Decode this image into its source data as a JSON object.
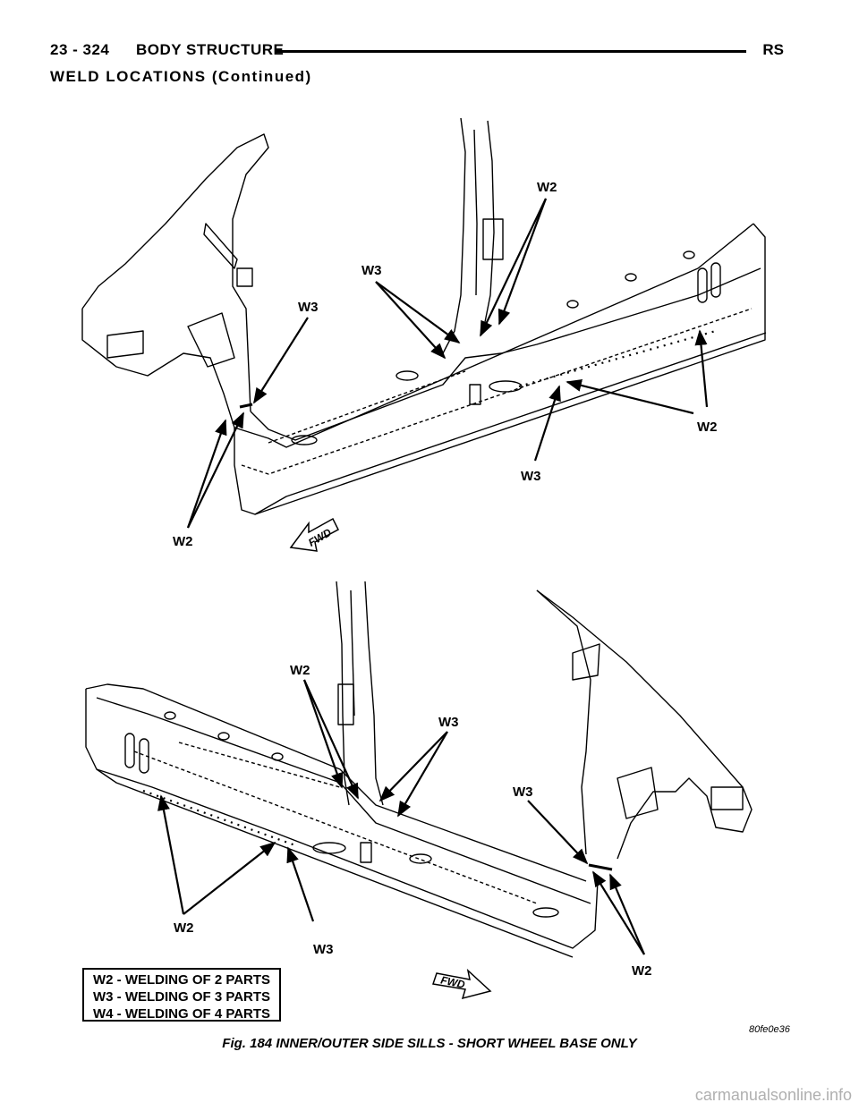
{
  "header": {
    "page_number": "23 - 324",
    "section": "BODY STRUCTURE",
    "model_code": "RS"
  },
  "section_title": "WELD LOCATIONS (Continued)",
  "figure": {
    "top_view": {
      "callouts": [
        "W2",
        "W3",
        "W3",
        "W2",
        "W3",
        "W2"
      ],
      "fwd_label": "FWD"
    },
    "bottom_view": {
      "callouts": [
        "W2",
        "W3",
        "W3",
        "W2",
        "W3",
        "W2"
      ],
      "fwd_label": "FWD"
    },
    "legend": [
      "W2 - WELDING OF 2 PARTS",
      "W3 - WELDING OF 3 PARTS",
      "W4 - WELDING OF 4 PARTS"
    ],
    "figure_code": "80fe0e36",
    "caption": "Fig. 184 INNER/OUTER SIDE SILLS - SHORT WHEEL BASE ONLY"
  },
  "footer": {
    "watermark": "carmanualsonline.info"
  }
}
